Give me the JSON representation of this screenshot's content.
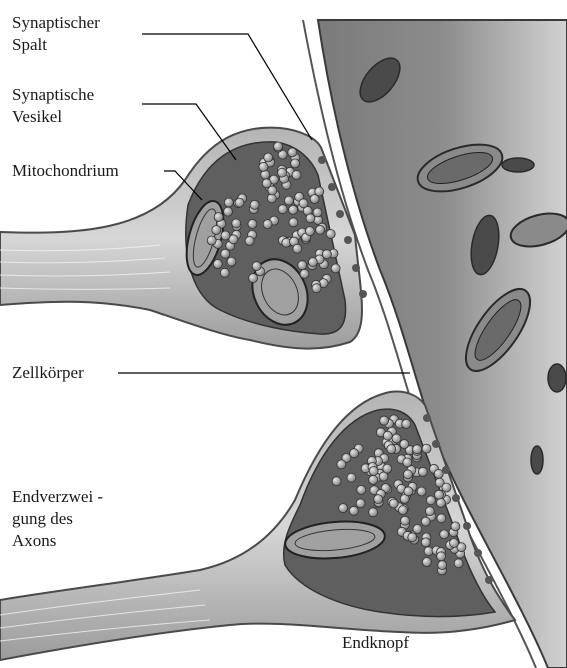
{
  "labels": {
    "synaptic_cleft": "Synaptischer\nSpalt",
    "synaptic_vesicles": "Synaptische\nVesikel",
    "mitochondrion": "Mitochondrium",
    "cell_body": "Zellkörper",
    "axon_terminal_branch": "Endverzwei -\ngung des\nAxons",
    "terminal_button": "Endknopf"
  }
}
